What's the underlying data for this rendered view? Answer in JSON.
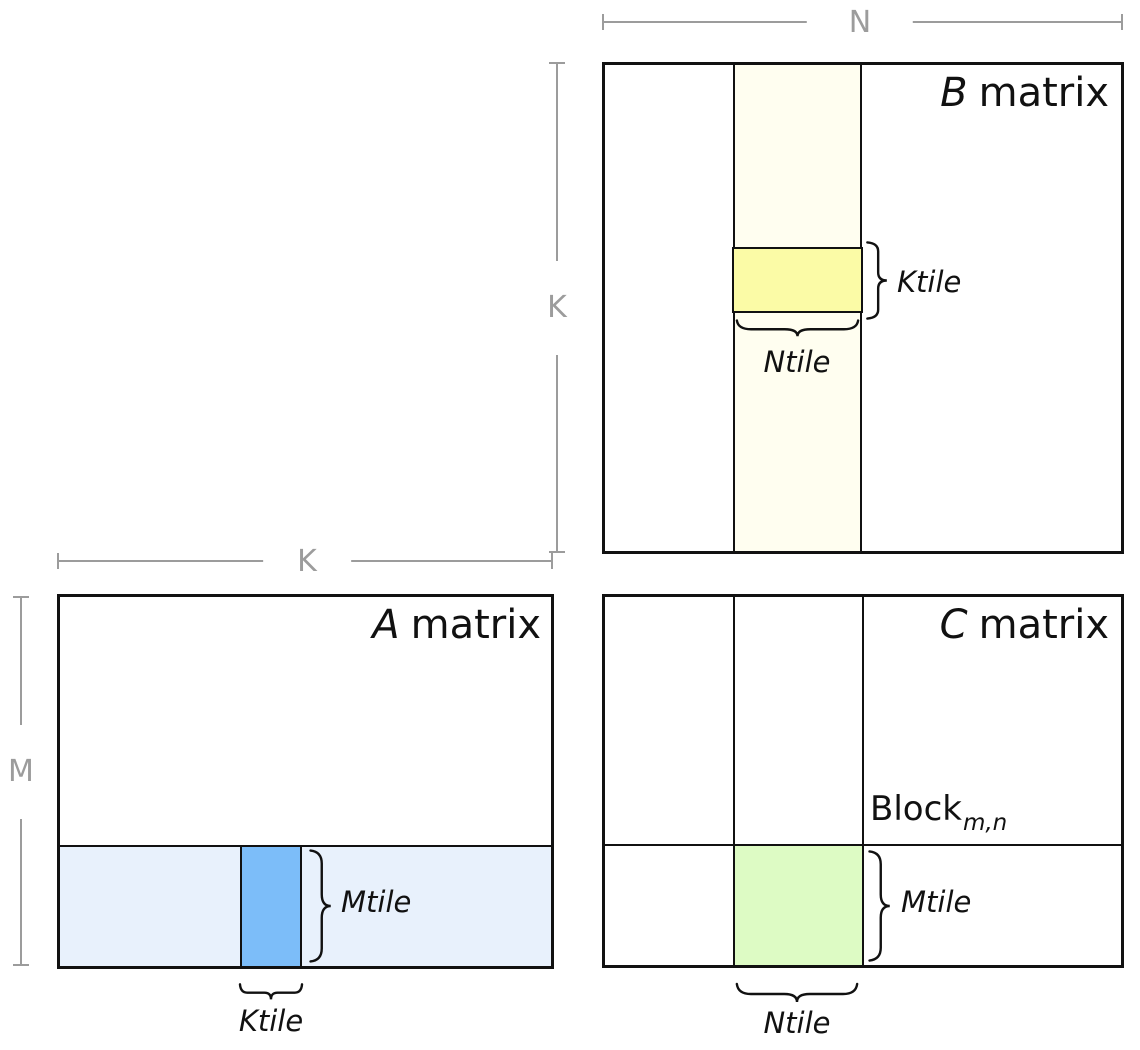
{
  "colors": {
    "ink": "#111111",
    "dim_gray": "#9c9c9c",
    "b_strip": "#fffef0",
    "b_tile": "#fbfba6",
    "a_strip": "#e8f1fc",
    "a_tile": "#7cbdf9",
    "c_tile": "#ddfbc4"
  },
  "dimensions": {
    "n": "N",
    "k_b": "K",
    "k_a": "K",
    "m": "M"
  },
  "b_matrix": {
    "letter": "B",
    "word": "matrix",
    "ktile": "Ktile",
    "ntile": "Ntile"
  },
  "a_matrix": {
    "letter": "A",
    "word": "matrix",
    "mtile": "Mtile",
    "ktile": "Ktile"
  },
  "c_matrix": {
    "letter": "C",
    "word": "matrix",
    "block_word": "Block",
    "block_sub": "m,n",
    "mtile": "Mtile",
    "ntile": "Ntile"
  }
}
